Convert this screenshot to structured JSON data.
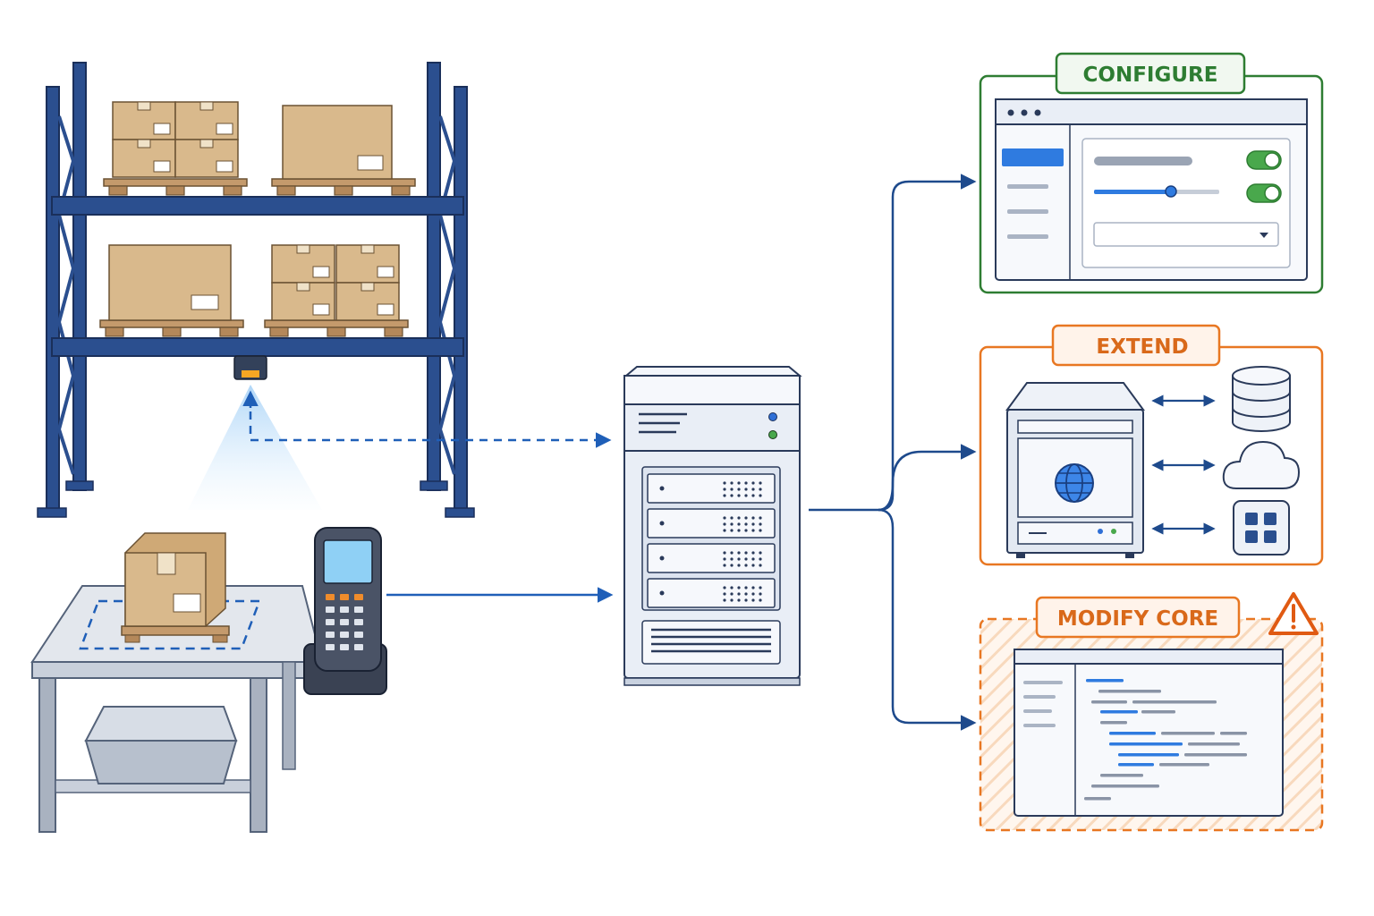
{
  "panels": {
    "configure": {
      "label": "CONFIGURE",
      "color": "#2e7d32",
      "icon": "settings-window-icon"
    },
    "extend": {
      "label": "EXTEND",
      "color": "#e87722",
      "icon": "server-integrations-icon"
    },
    "modify_core": {
      "label": "MODIFY CORE",
      "color": "#e87722",
      "icon": "code-editor-icon",
      "warning_icon": "warning-triangle-icon"
    }
  },
  "colors": {
    "rack_blue": "#2b4f8f",
    "link_blue": "#1f5fb8",
    "box_tan": "#d9b98c",
    "pallet_brown": "#c49a6c",
    "server_face": "#e9eef6"
  },
  "icons": {
    "warehouse": "pallet-rack-icon",
    "scanner": "overhead-barcode-scanner-icon",
    "handheld": "handheld-scanner-icon",
    "workstation": "packing-table-icon",
    "server": "central-server-icon",
    "database": "database-icon",
    "cloud": "cloud-icon",
    "apps": "app-grid-icon"
  }
}
